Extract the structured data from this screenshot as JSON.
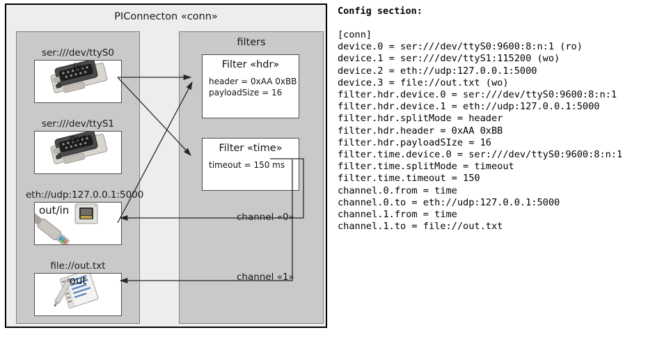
{
  "diagram": {
    "title": "PIConnecton «conn»",
    "devices_panel": {
      "title": "",
      "items": [
        {
          "label": "ser:///dev/ttyS0",
          "direction": "in",
          "icon": "serial-port-icon"
        },
        {
          "label": "ser:///dev/ttyS1",
          "direction": "out",
          "icon": "serial-port-icon"
        },
        {
          "label": "eth://udp:127.0.0.1:5000",
          "direction": "out/in",
          "icon": "ethernet-jack-icon"
        },
        {
          "label": "file://out.txt",
          "direction": "out",
          "icon": "text-file-icon"
        }
      ]
    },
    "filters_panel": {
      "title": "filters",
      "filters": [
        {
          "title": "Filter «hdr»",
          "props": [
            "header = 0xAA 0xBB",
            "payloadSize = 16"
          ]
        },
        {
          "title": "Filter «time»",
          "props": [
            "timeout = 150 ms"
          ]
        }
      ]
    },
    "channels": [
      {
        "label": "channel «0»"
      },
      {
        "label": "channel «1»"
      }
    ]
  },
  "config": {
    "heading": "Config section:",
    "lines": [
      "[conn]",
      "device.0 = ser:///dev/ttyS0:9600:8:n:1 (ro)",
      "device.1 = ser:///dev/ttyS1:115200 (wo)",
      "device.2 = eth://udp:127.0.0.1:5000",
      "device.3 = file://out.txt (wo)",
      "filter.hdr.device.0 = ser:///dev/ttyS0:9600:8:n:1",
      "filter.hdr.device.1 = eth://udp:127.0.0.1:5000",
      "filter.hdr.splitMode = header",
      "filter.hdr.header = 0xAA 0xBB",
      "filter.hdr.payloadSIze = 16",
      "filter.time.device.0 = ser:///dev/ttyS0:9600:8:n:1",
      "filter.time.splitMode = timeout",
      "filter.time.timeout = 150",
      "channel.0.from = time",
      "channel.0.to = eth://udp:127.0.0.1:5000",
      "channel.1.from = time",
      "channel.1.to = file://out.txt"
    ]
  },
  "colors": {
    "page_background": "#ffffff",
    "outer_panel": "#ededed",
    "inner_panel": "#c9c9c9",
    "box_fill": "#ffffff",
    "outline": "#000000",
    "wire": "#262626"
  }
}
